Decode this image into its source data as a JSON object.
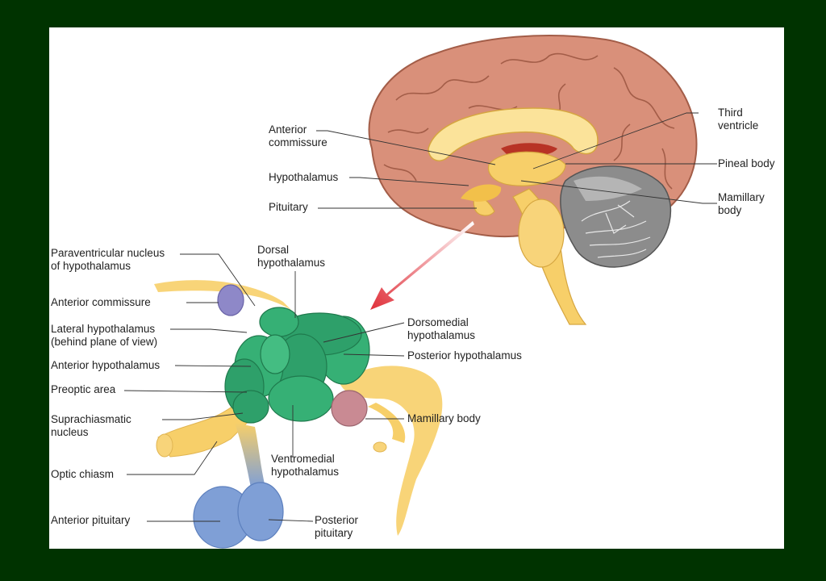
{
  "colors": {
    "frame": "#003300",
    "slide": "#ffffff",
    "cortex": "#d9907a",
    "cerebellum": "#8c8c8c",
    "hypothalamus_green": "#2ea06a",
    "pituitary_blue": "#7f9fd6",
    "brainstem_yellow": "#f7cf69",
    "commissure_purple": "#8e88c8",
    "mamillary_pink": "#c98a93",
    "arrow_red": "#e0303a"
  },
  "labels": {
    "third_ventricle": "Third\nventricle",
    "pineal_body": "Pineal body",
    "mamillary_body_top": "Mamillary\nbody",
    "anterior_commissure_top": "Anterior\ncommissure",
    "hypothalamus": "Hypothalamus",
    "pituitary": "Pituitary",
    "paraventricular_nucleus": "Paraventricular nucleus\nof hypothalamus",
    "dorsal_hypothalamus": "Dorsal\nhypothalamus",
    "anterior_commissure": "Anterior commissure",
    "lateral_hypothalamus": "Lateral hypothalamus\n(behind plane of view)",
    "dorsomedial_hypothalamus": "Dorsomedial\nhypothalamus",
    "posterior_hypothalamus": "Posterior hypothalamus",
    "anterior_hypothalamus": "Anterior hypothalamus",
    "preoptic_area": "Preoptic area",
    "mamillary_body": "Mamillary body",
    "suprachiasmatic_nucleus": "Suprachiasmatic\nnucleus",
    "ventromedial_hypothalamus": "Ventromedial\nhypothalamus",
    "optic_chiasm": "Optic chiasm",
    "anterior_pituitary": "Anterior pituitary",
    "posterior_pituitary": "Posterior\npituitary"
  }
}
